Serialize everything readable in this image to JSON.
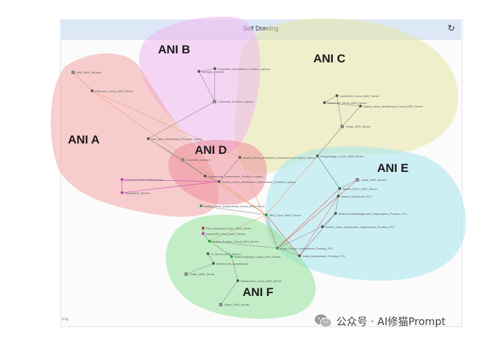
{
  "window": {
    "title": "Self Drawing",
    "refresh_icon": "refresh-icon"
  },
  "regions": [
    {
      "id": "a",
      "label": "ANI A",
      "color": "#f2a6a6"
    },
    {
      "id": "b",
      "label": "ANI B",
      "color": "#efb6ef"
    },
    {
      "id": "c",
      "label": "ANI C",
      "color": "#e6e6a6"
    },
    {
      "id": "d",
      "label": "ANI D",
      "color": "#ee8f9a"
    },
    {
      "id": "e",
      "label": "ANI E",
      "color": "#a6e6ee"
    },
    {
      "id": "f",
      "label": "ANI F",
      "color": "#93e29a"
    }
  ],
  "nodes": [
    {
      "id": "n1",
      "label": "HSE_AWS_Server5"
    },
    {
      "id": "n2",
      "label": "SJEmpire_Cloud_AWS_Server"
    },
    {
      "id": "n3",
      "label": "Corporate_Dependence_Pouldos_Laptop1"
    },
    {
      "id": "n4",
      "label": "Michigan_Laptop1"
    },
    {
      "id": "n5",
      "label": "Corporate_Pouldos_Laptop1"
    },
    {
      "id": "n6",
      "label": "Nodeix002_Cloud_AWS_Server"
    },
    {
      "id": "n7",
      "label": "Nodeix003_Cloud_AWS_Server"
    },
    {
      "id": "n8",
      "label": "Nodeix_Alters_architecture_Cloud_AWS_Server"
    },
    {
      "id": "n9",
      "label": "Kubal_AWS_Server"
    },
    {
      "id": "n10",
      "label": "user_jobs_Dependence_Pouldos_Laptop"
    },
    {
      "id": "n11",
      "label": "Corporate_Laptop1"
    },
    {
      "id": "n12",
      "label": "Nodeix_Alters_architecture_Dependence_Pouldos_Laptop1"
    },
    {
      "id": "n13",
      "label": "Wingsfanager_Cloud_AWS_Server"
    },
    {
      "id": "n14",
      "label": "Advanced_Cloud_AWS_Server"
    },
    {
      "id": "n15",
      "label": "SampleIDE_Server1"
    },
    {
      "id": "n16",
      "label": "Engineering_Dependence_Pouldos_Laptop1"
    },
    {
      "id": "n17",
      "label": "Nodeix_Jobox_architecture_Dependence_Pouldos_Laptop1"
    },
    {
      "id": "n18",
      "label": "Kubal_AWS_Server1"
    },
    {
      "id": "n19",
      "label": "Nodeix_Pyrs1_AWS_Server"
    },
    {
      "id": "n20",
      "label": "Nodeix_PyrsServer_PC1"
    },
    {
      "id": "n21",
      "label": "WebbLicenseManagement_Dependence_Pouldos_PC1"
    },
    {
      "id": "n22",
      "label": "Nodeix_Jobox_architecture_Dependence_Pouldos_PC1"
    },
    {
      "id": "n23",
      "label": "Nodeix_Jobox_Dependence_Cloud_AWS_Server"
    },
    {
      "id": "n24",
      "label": "SBS_Cloud_AWS_Server"
    },
    {
      "id": "n25",
      "label": "Fifth_Advanced_Cloud_AWS_Server"
    },
    {
      "id": "n26",
      "label": "SampleDB_Cloud_AWS_Server"
    },
    {
      "id": "n27",
      "label": "Nodeix_Pouldos_Cloud_AWS_Server"
    },
    {
      "id": "n28",
      "label": "Kubal_Doptox_Dependence_Pouldos_PC1"
    },
    {
      "id": "n29",
      "label": "Kubal_Dependence_Pouldos_PC1"
    },
    {
      "id": "n30",
      "label": "CI_Server_AWS_Server"
    },
    {
      "id": "n31",
      "label": "MultiCloudMgmt_Cloud_AWS_Server"
    },
    {
      "id": "n32",
      "label": "Wholesome_Dependence"
    },
    {
      "id": "n33",
      "label": "Kubal_AWS_Server"
    },
    {
      "id": "n34",
      "label": "Webatreedk_Cloud_AWS_Server"
    },
    {
      "id": "n35",
      "label": "Batch_AWS_Server"
    }
  ],
  "corner_text": "SVg",
  "watermark": {
    "icon": "wechat-icon",
    "text": "公众号 · AI修猫Prompt"
  }
}
